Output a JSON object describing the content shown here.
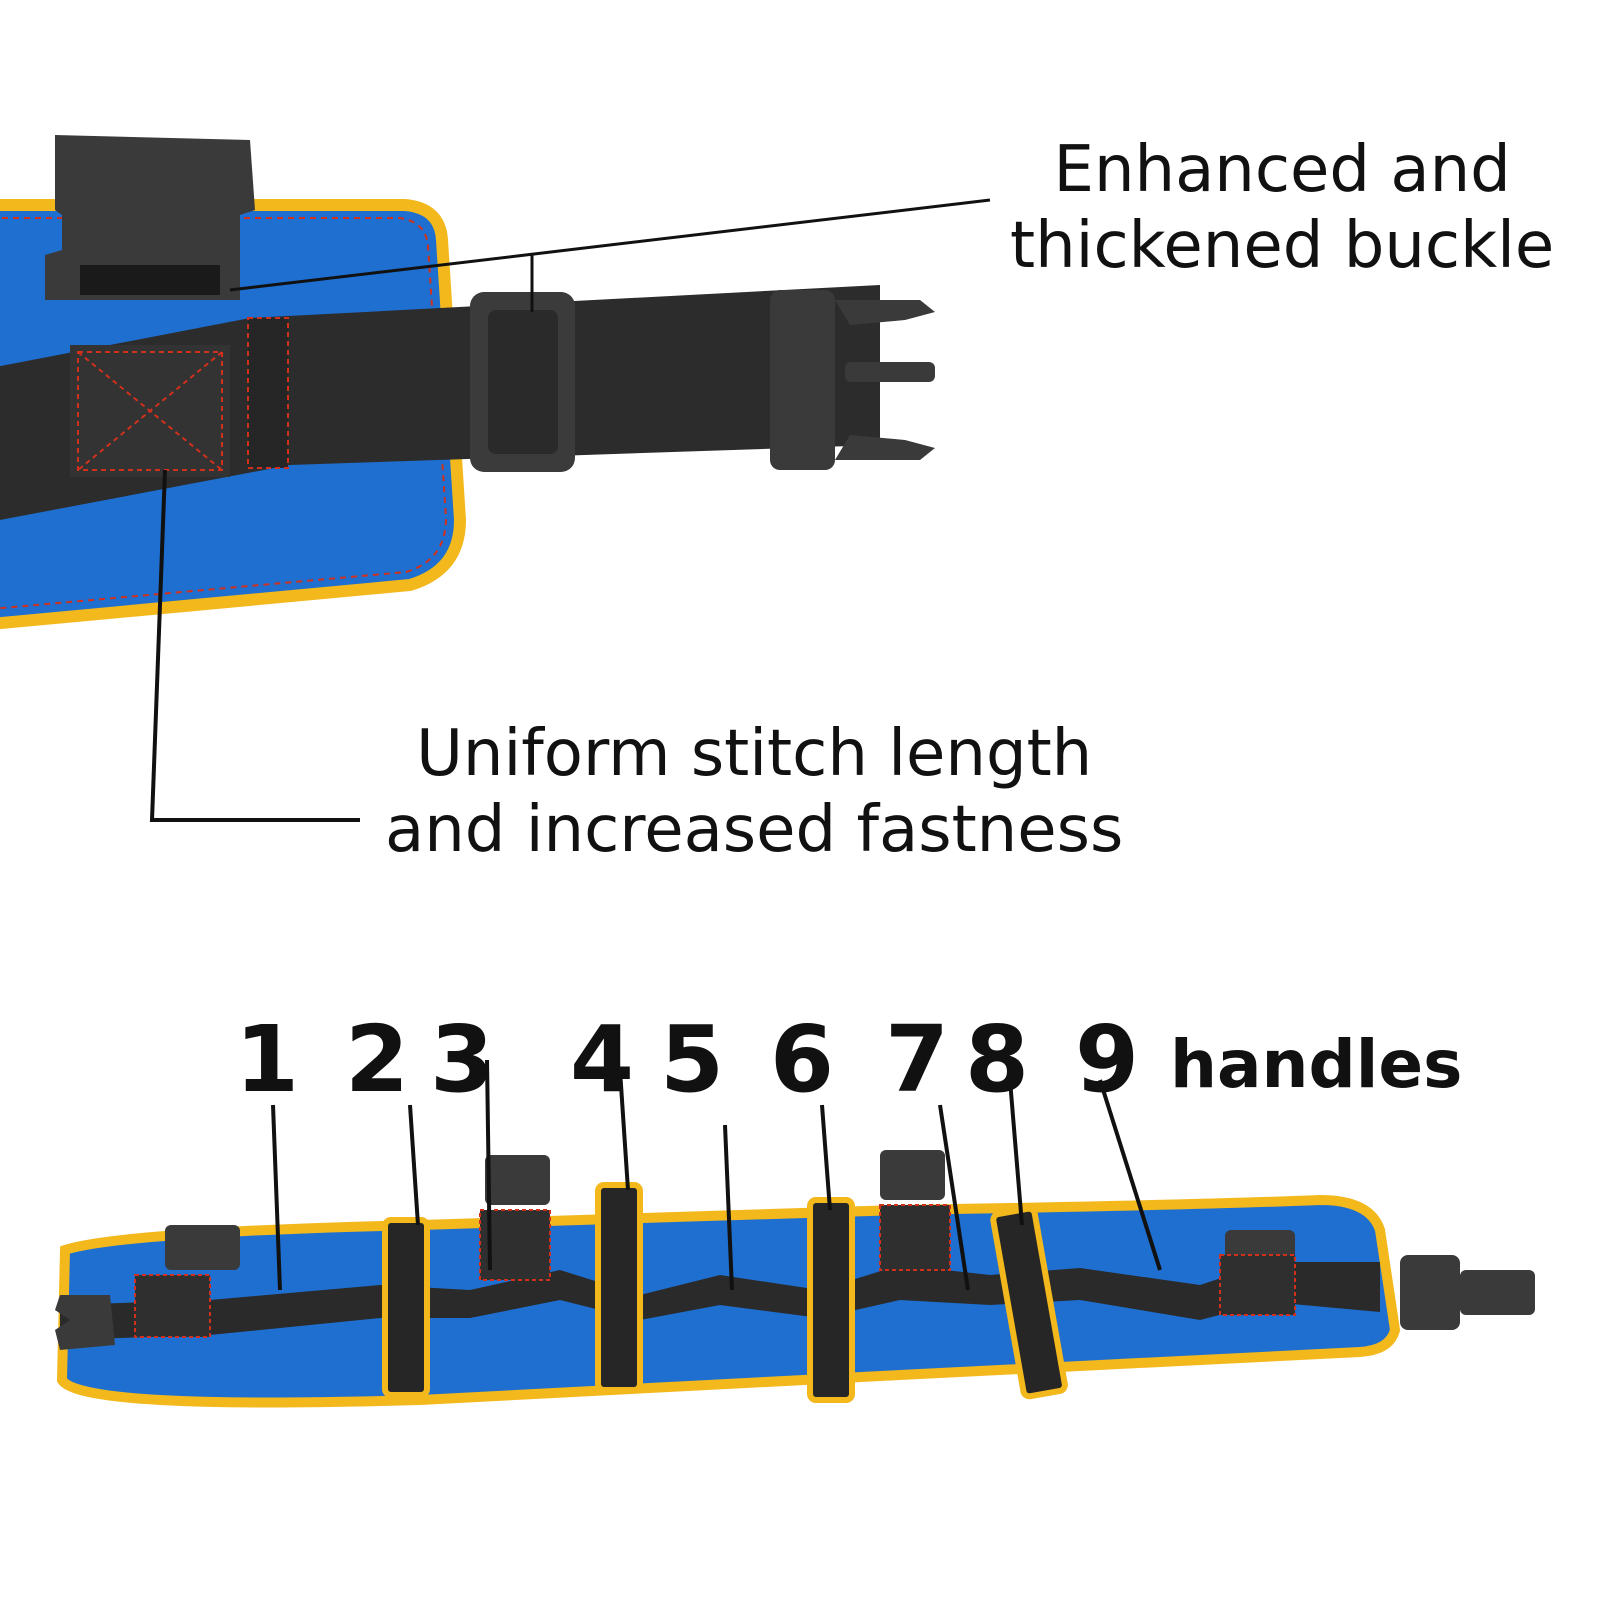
{
  "captions": {
    "buckle_line1": "Enhanced and",
    "buckle_line2": "thickened buckle",
    "stitch_line1": "Uniform stitch length",
    "stitch_line2": "and increased fastness"
  },
  "handle_numbers": [
    "1",
    "2",
    "3",
    "4",
    "5",
    "6",
    "7",
    "8",
    "9"
  ],
  "handles_label": "handles",
  "colors": {
    "belt_blue": "#1e6fd0",
    "edge_yellow": "#f2b81c",
    "strap_black": "#2a2a2a",
    "buckle_gray": "#3a3a3a",
    "stitch_red": "#d0301c",
    "background": "#ffffff"
  }
}
